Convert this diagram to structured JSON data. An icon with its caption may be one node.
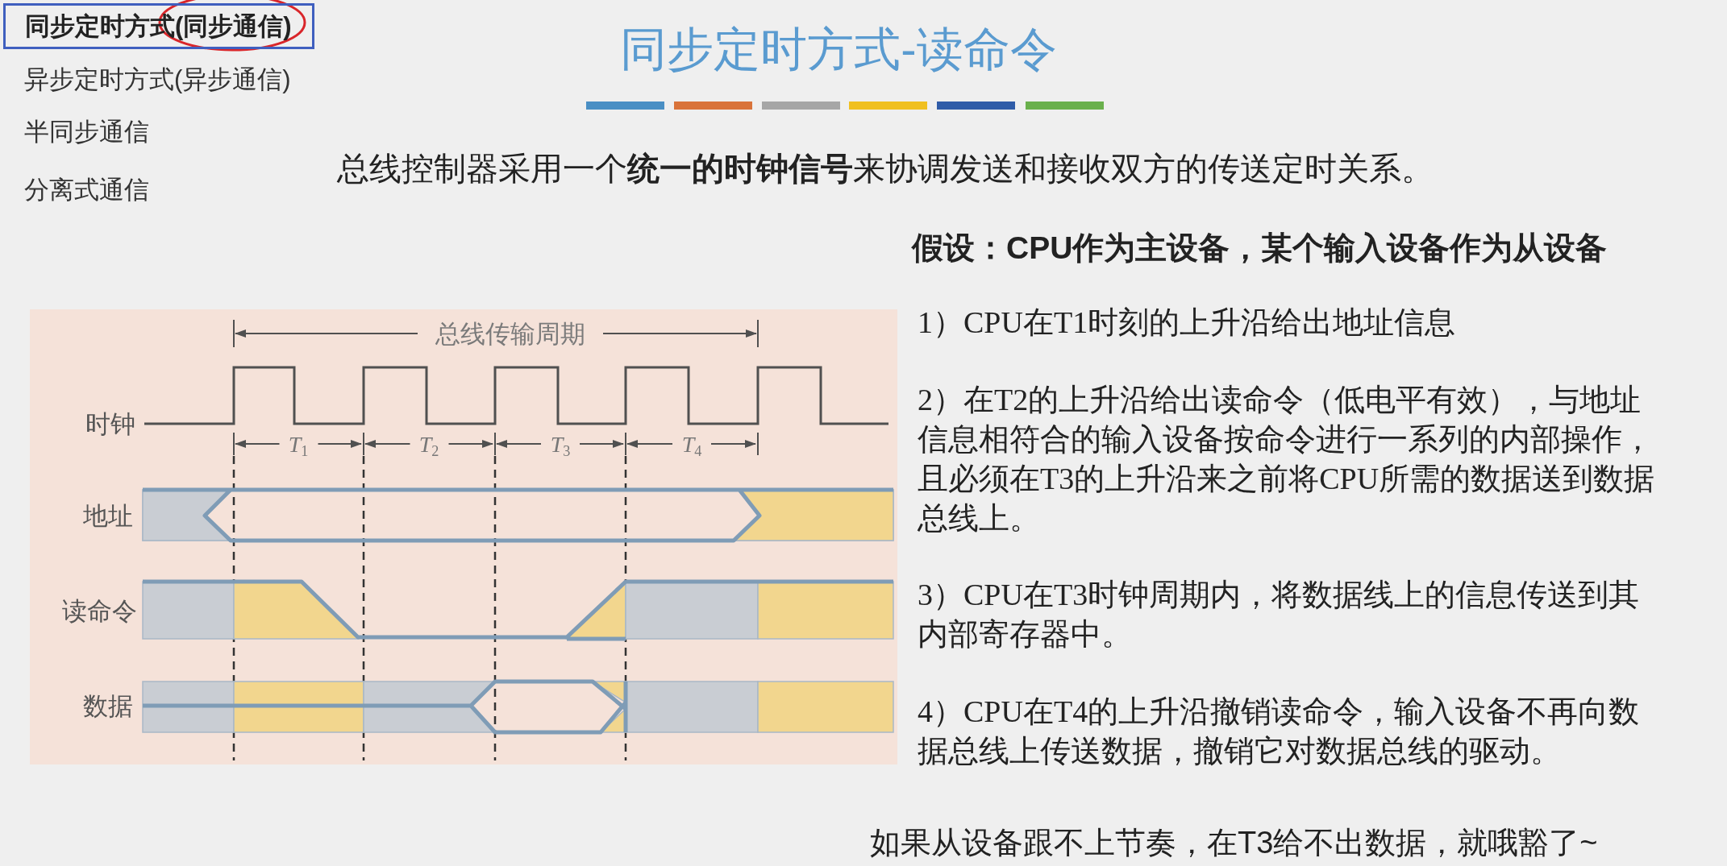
{
  "diagram": {
    "title": "同步定时方式-读命令",
    "nodes": [
      {
        "text": [
          "同步定时方式(同步通信)"
        ]
      },
      {
        "text": [],
        "shape": "circle"
      }
    ],
    "labels": [
      "异步定时方式(异步通信)",
      "半同步通信",
      "分离式通信",
      "总线控制器采用一个**统一的时钟信号**来协调发送和接收双方的传送定时关系。",
      "假设：CPU作为主设备，某个输入设备作为从设备",
      "总线传输周期",
      "时钟",
      "*T*$_{1}$",
      "*T*$_{2}$",
      "*T*$_{3}$",
      "*T*$_{4}$",
      "地址",
      "读命令",
      "数据",
      "1）CPU在T1时刻的上升沿给出地址信息",
      "2）在T2的上升沿给出读命令（低电平有效），与地址信息相符合的输入设备按命令进行一系列的内部操作，且必须在T3的上升沿来之前将CPU所需的数据送到数据总线上。",
      "3）CPU在T3时钟周期内，将数据线上的信息传送到其内部寄存器中。",
      "4）CPU在T4的上升沿撤销读命令，输入设备不再向数据总线上传送数据，撤销它对数据总线的驱动。",
      "如果从设备跟不上节奏，在T3给不出数据，就哦豁了~"
    ]
  }
}
